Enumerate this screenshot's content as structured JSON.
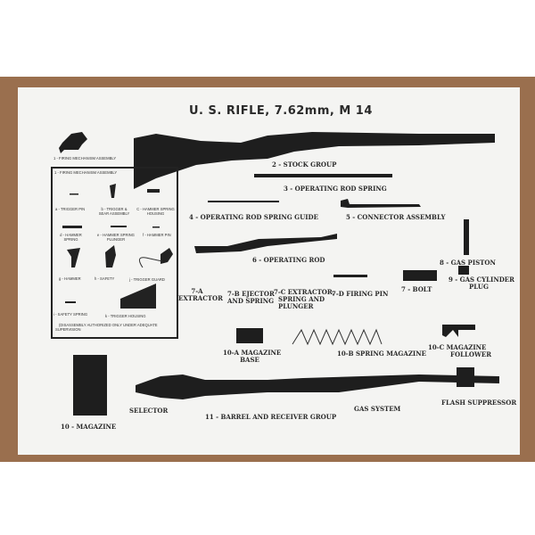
{
  "title": "U. S. RIFLE, 7.62mm, M 14",
  "parts": {
    "p1": "1 - FIRING MECHANISM ASSEMBLY",
    "p2": "2 - STOCK GROUP",
    "p3": "3 - OPERATING ROD SPRING",
    "p4": "4 - OPERATING ROD SPRING GUIDE",
    "p5": "5 - CONNECTOR ASSEMBLY",
    "p6": "6 - OPERATING ROD",
    "p8": "8 - GAS PISTON",
    "p9a": "9 - GAS CYLINDER",
    "p9b": "PLUG",
    "p7a1": "7-A",
    "p7a2": "EXTRACTOR",
    "p7b1": "7-B EJECTOR",
    "p7b2": "AND SPRING",
    "p7c1": "7-C EXTRACTOR,",
    "p7c2": "SPRING AND",
    "p7c3": "PLUNGER",
    "p7d": "7-D FIRING PIN",
    "p7": "7 - BOLT",
    "p10a1": "10-A MAGAZINE",
    "p10a2": "BASE",
    "p10b": "10-B SPRING MAGAZINE",
    "p10c1": "10-C MAGAZINE",
    "p10c2": "FOLLOWER",
    "p10": "10 - MAGAZINE",
    "selector": "SELECTOR",
    "p11": "11 - BARREL AND RECEIVER GROUP",
    "gas": "GAS SYSTEM",
    "flash": "FLASH SUPPRESSOR"
  },
  "inset": {
    "title": "1 - FIRING MECHANISM ASSEMBLY",
    "a": "a - TRIGGER PIN",
    "b1": "b - TRIGGER &",
    "b2": "SEAR ASSEMBLY",
    "c1": "C - HAMMER SPRING",
    "c2": "HOUSING",
    "d1": "d - HAMMER",
    "d2": "SPRING",
    "e1": "e - HAMMER SPRING",
    "e2": "PLUNGER",
    "f": "f - HAMMER PIN",
    "g": "g - HAMMER",
    "h": "h - SAFETY",
    "j": "j - TRIGGER GUARD",
    "i": "i - SAFETY SPRING",
    "k": "k - TRIGGER HOUSING",
    "note1": "(DISASSEMBLY AUTHORIZED ONLY UNDER ADEQUATE",
    "note2": "SUPERVISION"
  }
}
